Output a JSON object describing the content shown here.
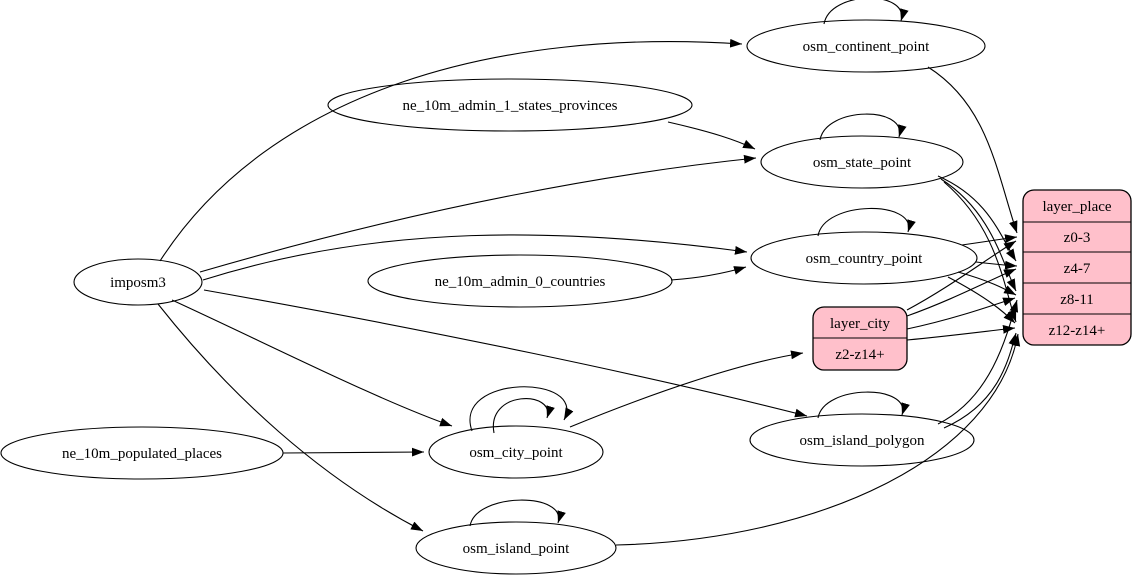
{
  "diagram": {
    "kind": "etl-dependency-graph",
    "background_color": "#ffffff",
    "colors": {
      "table_node_fill": "#ffffff",
      "layer_record_fill": "#ffc0cb",
      "stroke": "#000000",
      "text": "#000000"
    },
    "nodes": {
      "imposm3": {
        "label": "imposm3",
        "shape": "ellipse"
      },
      "ne_10m_admin_1_states_provinces": {
        "label": "ne_10m_admin_1_states_provinces",
        "shape": "ellipse"
      },
      "ne_10m_admin_0_countries": {
        "label": "ne_10m_admin_0_countries",
        "shape": "ellipse"
      },
      "ne_10m_populated_places": {
        "label": "ne_10m_populated_places",
        "shape": "ellipse"
      },
      "osm_continent_point": {
        "label": "osm_continent_point",
        "shape": "ellipse",
        "self_loops": 1
      },
      "osm_state_point": {
        "label": "osm_state_point",
        "shape": "ellipse",
        "self_loops": 1
      },
      "osm_country_point": {
        "label": "osm_country_point",
        "shape": "ellipse",
        "self_loops": 1
      },
      "osm_city_point": {
        "label": "osm_city_point",
        "shape": "ellipse",
        "self_loops": 2
      },
      "osm_island_polygon": {
        "label": "osm_island_polygon",
        "shape": "ellipse",
        "self_loops": 1
      },
      "osm_island_point": {
        "label": "osm_island_point",
        "shape": "ellipse",
        "self_loops": 1
      },
      "layer_city": {
        "title": "layer_city",
        "rows": [
          "z2-z14+"
        ],
        "shape": "record"
      },
      "layer_place": {
        "title": "layer_place",
        "rows": [
          "z0-3",
          "z4-7",
          "z8-11",
          "z12-z14+"
        ],
        "shape": "record"
      }
    },
    "edges": [
      {
        "from": "imposm3",
        "to": "osm_continent_point"
      },
      {
        "from": "imposm3",
        "to": "osm_state_point"
      },
      {
        "from": "imposm3",
        "to": "osm_country_point"
      },
      {
        "from": "imposm3",
        "to": "osm_city_point"
      },
      {
        "from": "imposm3",
        "to": "osm_island_polygon"
      },
      {
        "from": "imposm3",
        "to": "osm_island_point"
      },
      {
        "from": "ne_10m_admin_1_states_provinces",
        "to": "osm_state_point"
      },
      {
        "from": "ne_10m_admin_0_countries",
        "to": "osm_country_point"
      },
      {
        "from": "ne_10m_populated_places",
        "to": "osm_city_point"
      },
      {
        "from": "osm_continent_point",
        "to": "osm_continent_point"
      },
      {
        "from": "osm_state_point",
        "to": "osm_state_point"
      },
      {
        "from": "osm_country_point",
        "to": "osm_country_point"
      },
      {
        "from": "osm_city_point",
        "to": "osm_city_point"
      },
      {
        "from": "osm_city_point",
        "to": "osm_city_point"
      },
      {
        "from": "osm_island_polygon",
        "to": "osm_island_polygon"
      },
      {
        "from": "osm_island_point",
        "to": "osm_island_point"
      },
      {
        "from": "osm_city_point",
        "to": "layer_city",
        "to_row": "z2-z14+"
      },
      {
        "from": "osm_continent_point",
        "to": "layer_place",
        "to_row": "z0-3"
      },
      {
        "from": "osm_country_point",
        "to": "layer_place",
        "to_row": "z0-3"
      },
      {
        "from": "osm_country_point",
        "to": "layer_place",
        "to_row": "z4-7"
      },
      {
        "from": "osm_country_point",
        "to": "layer_place",
        "to_row": "z8-11"
      },
      {
        "from": "osm_country_point",
        "to": "layer_place",
        "to_row": "z12-z14+"
      },
      {
        "from": "osm_state_point",
        "to": "layer_place",
        "to_row": "z4-7"
      },
      {
        "from": "osm_state_point",
        "to": "layer_place",
        "to_row": "z8-11"
      },
      {
        "from": "osm_state_point",
        "to": "layer_place",
        "to_row": "z12-z14+"
      },
      {
        "from": "osm_island_polygon",
        "to": "layer_place",
        "to_row": "z8-11"
      },
      {
        "from": "osm_island_polygon",
        "to": "layer_place",
        "to_row": "z12-z14+"
      },
      {
        "from": "osm_island_point",
        "to": "layer_place",
        "to_row": "z12-z14+"
      },
      {
        "from": "layer_city",
        "to": "layer_place",
        "to_row": "z0-3"
      },
      {
        "from": "layer_city",
        "to": "layer_place",
        "to_row": "z4-7"
      },
      {
        "from": "layer_city",
        "to": "layer_place",
        "to_row": "z8-11"
      },
      {
        "from": "layer_city",
        "to": "layer_place",
        "to_row": "z12-z14+"
      }
    ]
  }
}
